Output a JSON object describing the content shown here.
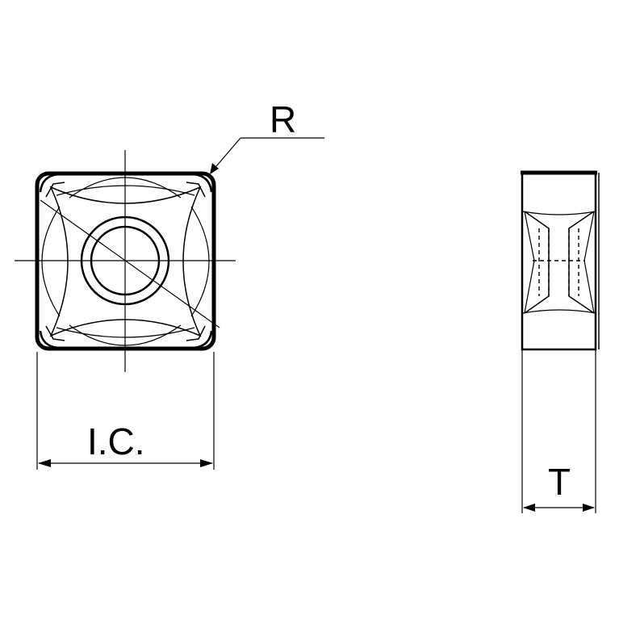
{
  "labels": {
    "radius": "R",
    "inscribed_circle": "I.C.",
    "thickness": "T"
  },
  "colors": {
    "line": "#000000",
    "background": "#ffffff"
  }
}
